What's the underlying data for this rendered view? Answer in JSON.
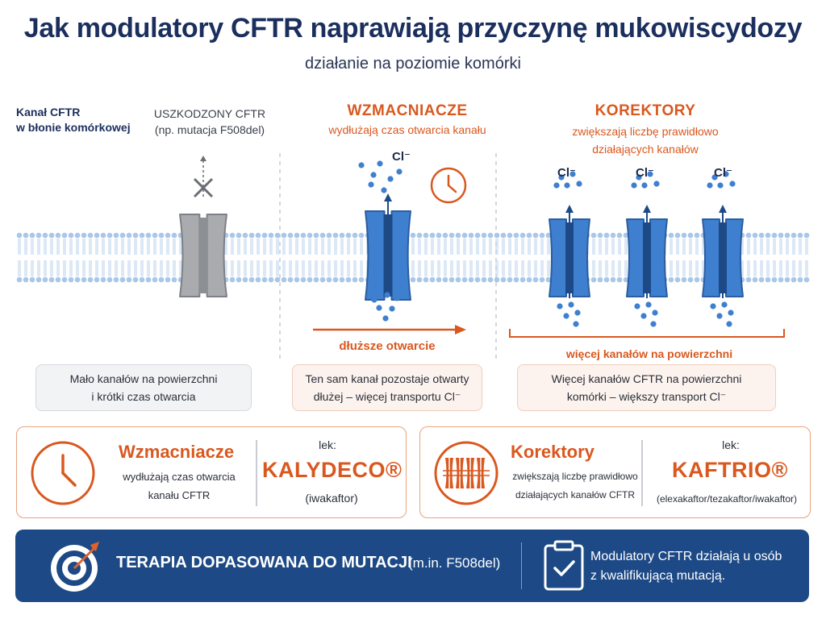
{
  "title": "Jak modulatory CFTR naprawiają przyczynę mukowiscydozy",
  "subtitle": "działanie na poziomie komórki",
  "labels": {
    "membrane_label": "Kanał CFTR\nw błonie komórkowej",
    "damaged_title": "USZKODZONY CFTR",
    "damaged_sub": "(np. mutacja F508del)",
    "potentiators_title": "WZMACNIACZE",
    "potentiators_sub": "wydłużają czas otwarcia kanału",
    "correctors_title": "KOREKTORY",
    "correctors_sub": "zwiększają liczbę prawidłowo\ndziałających kanałów",
    "chloride": "Cl⁻",
    "longer_opening": "dłuższe otwarcie",
    "more_channels": "więcej kanałów na powierzchni"
  },
  "info_boxes": [
    "Mało kanałów na powierzchni\ni krótki czas otwarcia",
    "Ten sam kanał pozostaje otwarty\ndłużej – więcej transportu Cl⁻",
    "Więcej kanałów CFTR na powierzchni\nkomórki – większy transport Cl⁻"
  ],
  "cards": [
    {
      "icon": "clock-icon",
      "title": "Wzmacniacze",
      "desc": "wydłużają czas otwarcia\nkanału CFTR",
      "lek_label": "lek:",
      "drug": "KALYDECO®",
      "generic": "(iwakaftor)"
    },
    {
      "icon": "channels-icon",
      "title": "Korektory",
      "desc": "zwiększają liczbę prawidłowo\ndziałających kanałów CFTR",
      "lek_label": "lek:",
      "drug": "KAFTRIO®",
      "generic": "(elexakaftor/tezakaftor/iwakaftor)"
    }
  ],
  "banner": {
    "title": "TERAPIA DOPASOWANA DO MUTACJI",
    "subtitle": "(m.in. F508del)",
    "text": "Modulatory CFTR działają u osób\nz kwalifikującą mutacją."
  },
  "colors": {
    "navy": "#1b2f5e",
    "orange": "#d9581f",
    "channel_blue": "#3f7fcf",
    "channel_gray": "#a9abae",
    "membrane": "#a9c7e8",
    "banner": "#1d4a86"
  }
}
